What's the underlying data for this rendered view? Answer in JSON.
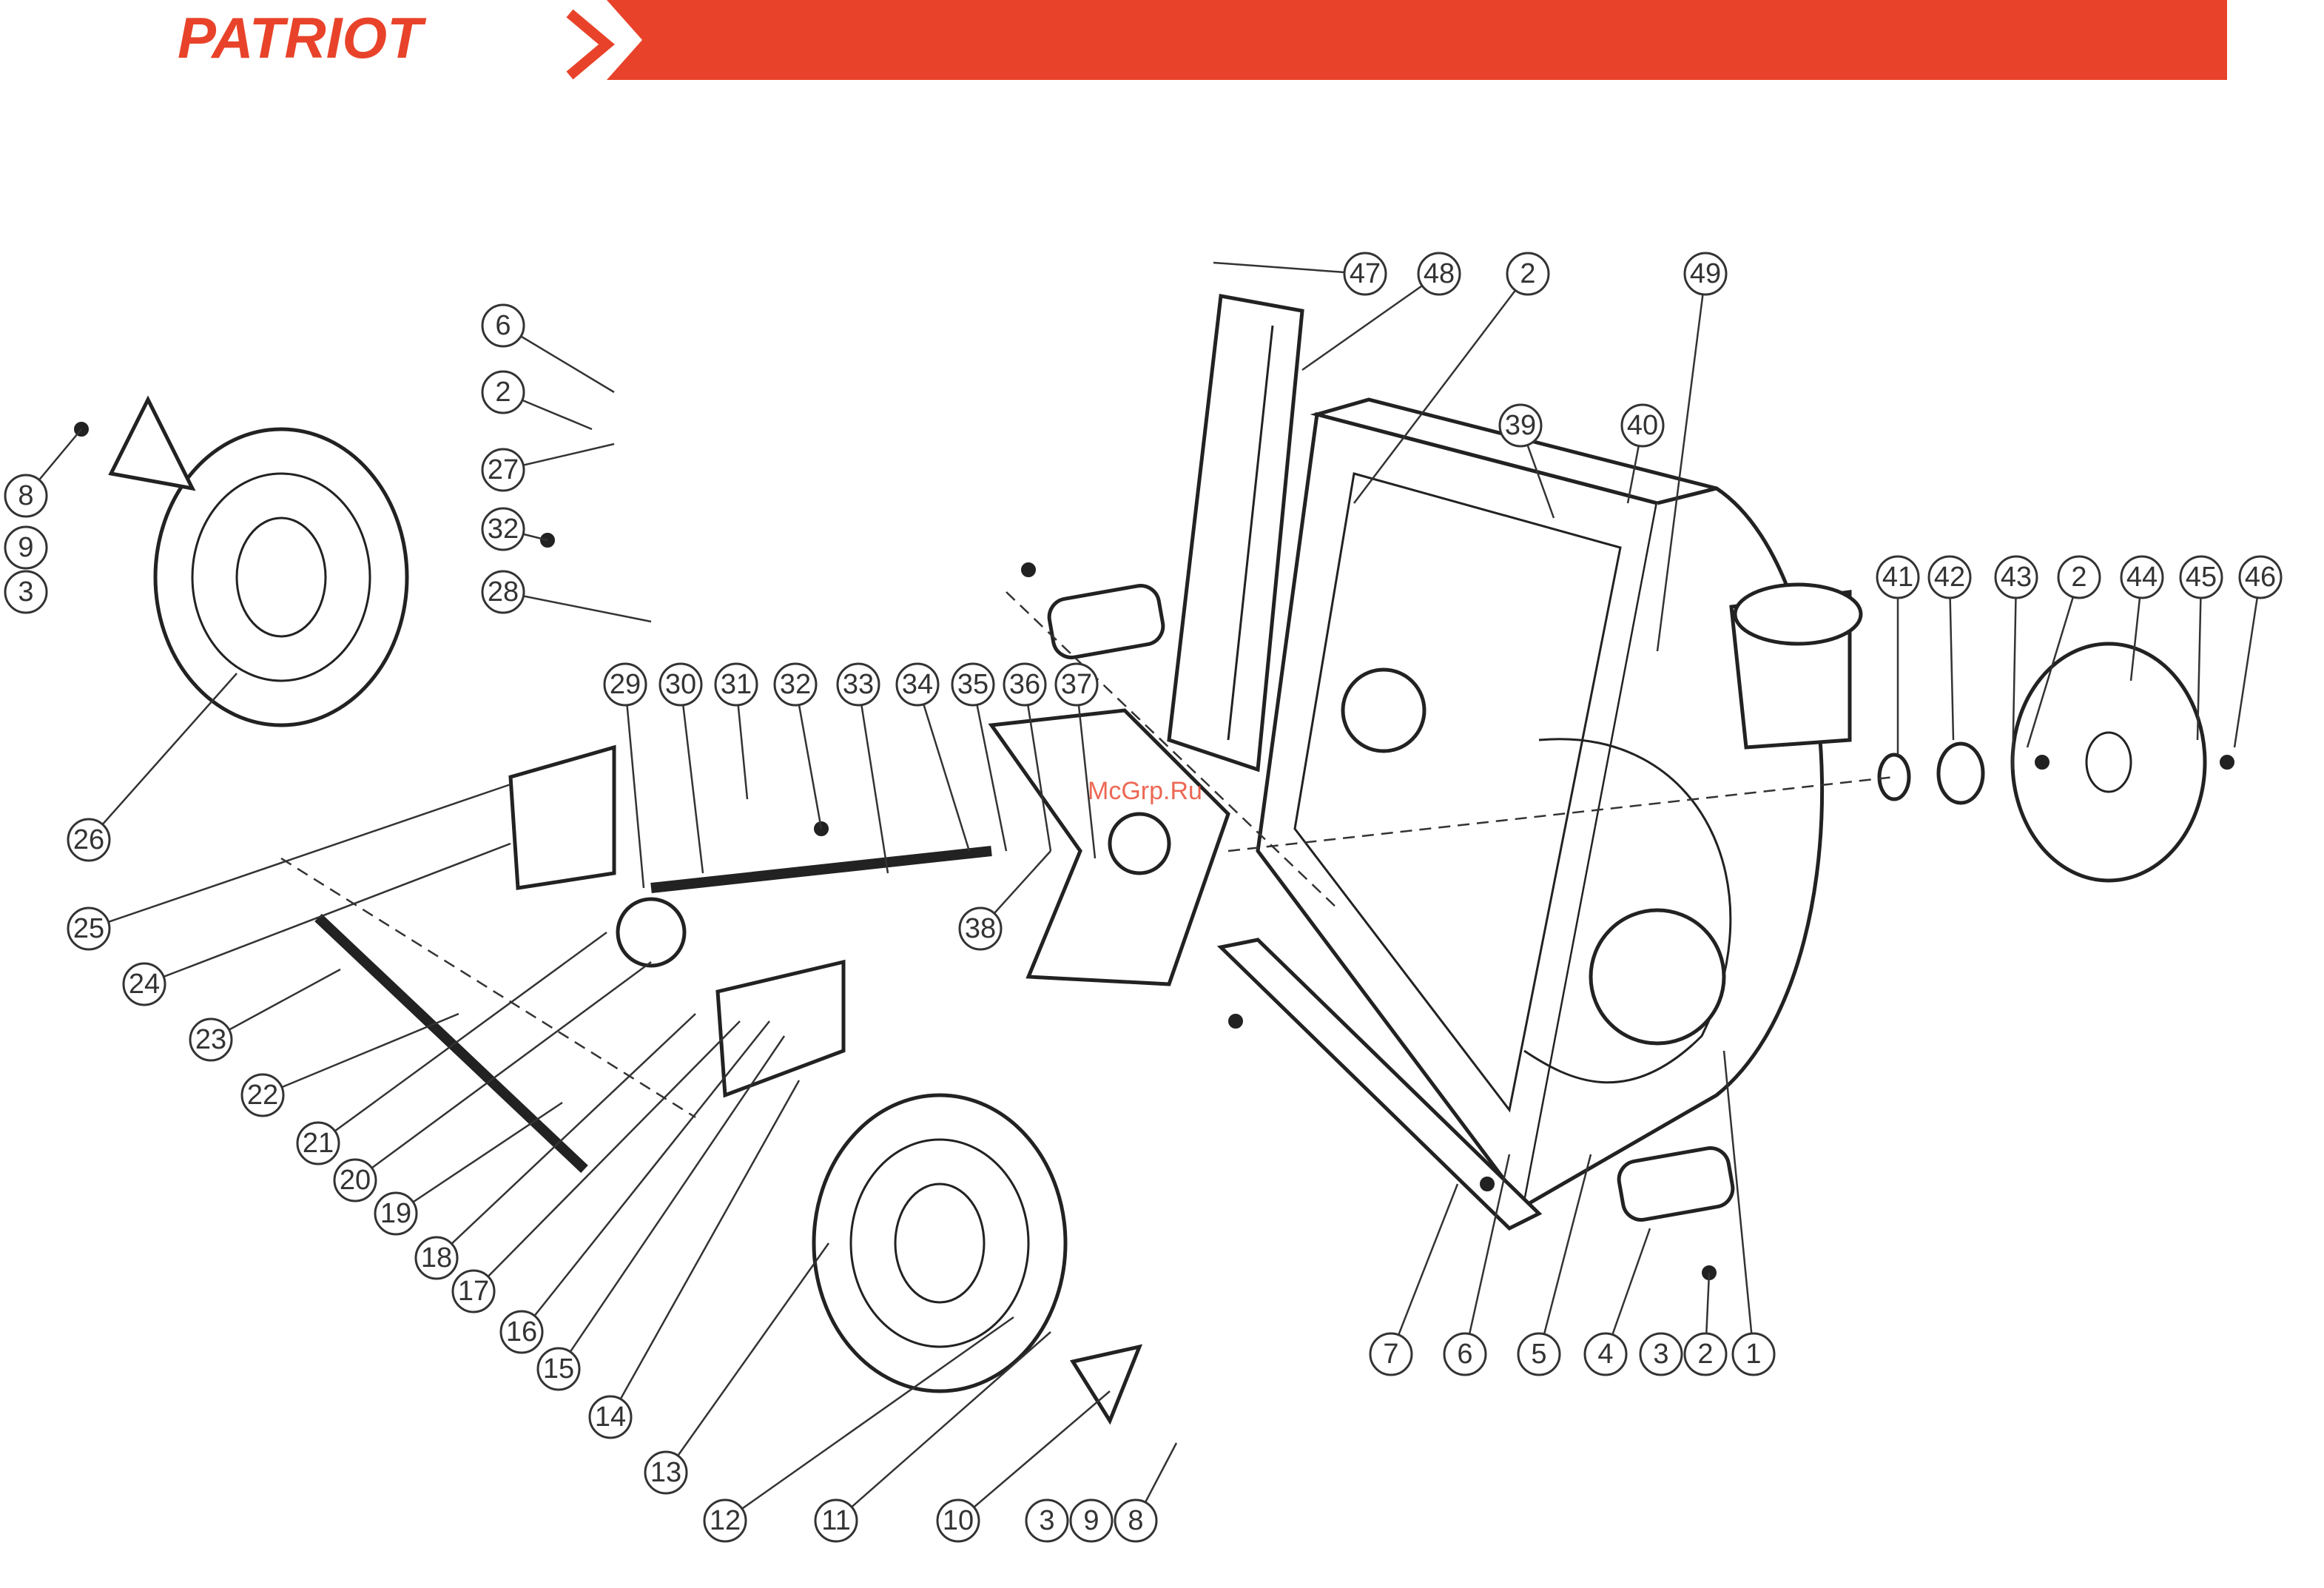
{
  "brand": {
    "name": "PATRIOT",
    "color": "#e8432a"
  },
  "watermark": "McGrp.Ru",
  "callouts": [
    "1",
    "2",
    "3",
    "4",
    "5",
    "6",
    "7",
    "8",
    "9",
    "10",
    "11",
    "12",
    "13",
    "14",
    "15",
    "16",
    "17",
    "18",
    "19",
    "20",
    "21",
    "22",
    "23",
    "24",
    "25",
    "26",
    "27",
    "28",
    "29",
    "30",
    "31",
    "32",
    "33",
    "34",
    "35",
    "36",
    "37",
    "38",
    "39",
    "40",
    "41",
    "42",
    "43",
    "44",
    "45",
    "46",
    "47",
    "48",
    "49"
  ]
}
